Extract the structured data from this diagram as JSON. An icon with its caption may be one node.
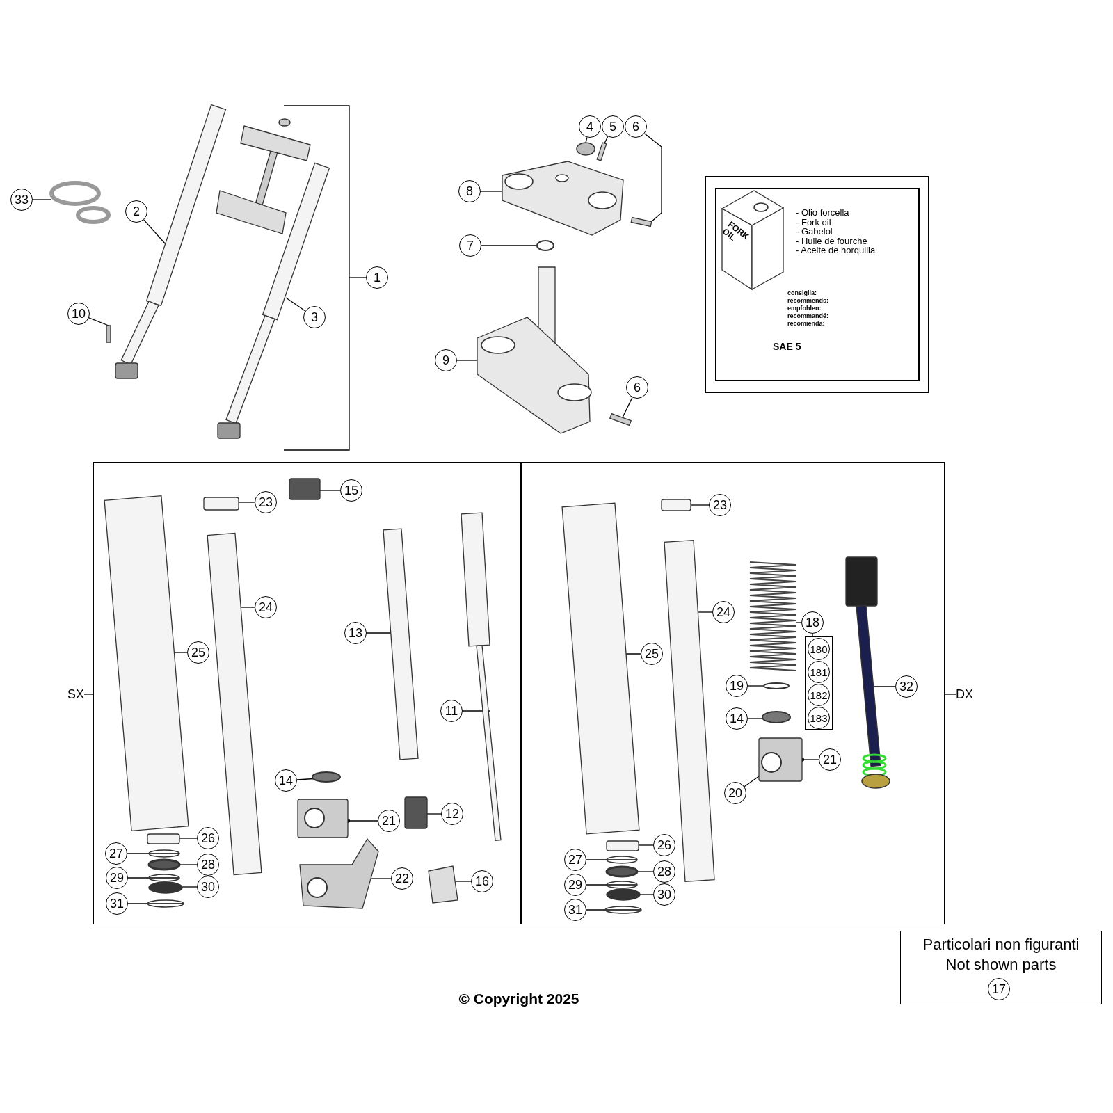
{
  "diagram": {
    "caption": "© Copyright 2025",
    "nodes": [
      {
        "text": [
          "33"
        ]
      },
      {
        "text": [
          "4"
        ]
      },
      {
        "text": [
          "5"
        ]
      },
      {
        "text": [
          "6"
        ]
      },
      {
        "text": [
          "8"
        ]
      },
      {
        "text": [
          "2"
        ]
      },
      {
        "text": [
          "7"
        ]
      },
      {
        "text": [
          "1"
        ]
      },
      {
        "text": [
          "10"
        ]
      },
      {
        "text": [
          "3"
        ]
      },
      {
        "text": [
          "9"
        ]
      },
      {
        "text": [
          "6"
        ]
      },
      {
        "text": [
          "FORK OIL",
          "- Olio forcella",
          "- Fork oil",
          "- Gabelol",
          "- Huile de fourche",
          "- Aceite de horquilla",
          "consiglia:",
          "recommends:",
          "empfohlen:",
          "recommandé:",
          "recomienda:",
          "SAE 5"
        ]
      },
      {
        "text": [],
        "shape": "box"
      },
      {
        "text": [],
        "shape": "box"
      },
      {
        "text": [
          "15"
        ],
        "in": 13
      },
      {
        "text": [
          "23"
        ],
        "in": 13
      },
      {
        "text": [
          "24"
        ],
        "in": 13
      },
      {
        "text": [
          "25"
        ],
        "in": 13
      },
      {
        "text": [
          "13"
        ],
        "in": 13
      },
      {
        "text": [
          "11"
        ],
        "in": 13
      },
      {
        "text": [
          "14"
        ],
        "in": 13
      },
      {
        "text": [
          "21"
        ],
        "in": 13
      },
      {
        "text": [
          "12"
        ],
        "in": 13
      },
      {
        "text": [
          "26"
        ],
        "in": 13
      },
      {
        "text": [
          "27"
        ],
        "in": 13
      },
      {
        "text": [
          "28"
        ],
        "in": 13
      },
      {
        "text": [
          "29"
        ],
        "in": 13
      },
      {
        "text": [
          "30"
        ],
        "in": 13
      },
      {
        "text": [
          "22"
        ],
        "in": 13
      },
      {
        "text": [
          "16"
        ],
        "in": 13
      },
      {
        "text": [
          "31"
        ],
        "in": 13
      },
      {
        "text": [
          "23"
        ],
        "in": 14
      },
      {
        "text": [
          "24"
        ],
        "in": 14
      },
      {
        "text": [
          "25"
        ],
        "in": 14
      },
      {
        "text": [
          "18"
        ],
        "in": 14
      },
      {
        "text": [],
        "shape": "box",
        "in": 14
      },
      {
        "text": [
          "180"
        ],
        "in": 36
      },
      {
        "text": [
          "181"
        ],
        "in": 36
      },
      {
        "text": [
          "182"
        ],
        "in": 36
      },
      {
        "text": [
          "183"
        ],
        "in": 36
      },
      {
        "text": [
          "19"
        ],
        "in": 14
      },
      {
        "text": [
          "32"
        ],
        "in": 14
      },
      {
        "text": [
          "14"
        ],
        "in": 14
      },
      {
        "text": [
          "21"
        ],
        "in": 14
      },
      {
        "text": [
          "20"
        ],
        "in": 14
      },
      {
        "text": [
          "26"
        ],
        "in": 14
      },
      {
        "text": [
          "27"
        ],
        "in": 14
      },
      {
        "text": [
          "28"
        ],
        "in": 14
      },
      {
        "text": [
          "29"
        ],
        "in": 14
      },
      {
        "text": [
          "30"
        ],
        "in": 14
      },
      {
        "text": [
          "31"
        ],
        "in": 14
      },
      {
        "text": [
          "SX"
        ]
      },
      {
        "text": [
          "DX"
        ]
      },
      {
        "text": [
          "Particolari non figuranti",
          "Not shown parts"
        ]
      },
      {
        "text": [
          "17"
        ],
        "in": 54
      },
      {
        "text": [],
        "shape": "picture"
      },
      {
        "text": [],
        "shape": "circle"
      },
      {
        "text": [],
        "shape": "bar"
      },
      {
        "text": [],
        "shape": "bar"
      },
      {
        "text": [],
        "shape": "picture"
      },
      {
        "text": [],
        "shape": "picture"
      },
      {
        "text": [],
        "shape": "circle"
      },
      {
        "text": [],
        "shape": "bracket"
      },
      {
        "text": [],
        "shape": "bar"
      },
      {
        "text": [],
        "shape": "picture"
      },
      {
        "text": [],
        "shape": "picture"
      },
      {
        "text": [],
        "shape": "bar"
      },
      {
        "text": [],
        "shape": "box",
        "in": 13
      },
      {
        "text": [],
        "shape": "box",
        "in": 13
      },
      {
        "text": [],
        "shape": "picture",
        "in": 13
      },
      {
        "text": [],
        "shape": "picture",
        "in": 13
      },
      {
        "text": [],
        "shape": "picture",
        "in": 13
      },
      {
        "text": [],
        "shape": "picture",
        "in": 13
      },
      {
        "text": [],
        "shape": "circle",
        "in": 13
      },
      {
        "text": [],
        "shape": "picture",
        "in": 13
      },
      {
        "text": [],
        "shape": "box",
        "in": 13
      },
      {
        "text": [],
        "shape": "box",
        "in": 13
      },
      {
        "text": [],
        "shape": "circle",
        "in": 13
      },
      {
        "text": [],
        "shape": "circle",
        "in": 13
      },
      {
        "text": [],
        "shape": "circle",
        "in": 13
      },
      {
        "text": [],
        "shape": "circle",
        "in": 13
      },
      {
        "text": [],
        "shape": "picture",
        "in": 13
      },
      {
        "text": [],
        "shape": "picture",
        "in": 13
      },
      {
        "text": [],
        "shape": "circle",
        "in": 13
      },
      {
        "text": [],
        "shape": "box",
        "in": 14
      },
      {
        "text": [],
        "shape": "picture",
        "in": 14
      },
      {
        "text": [],
        "shape": "picture",
        "in": 14
      },
      {
        "text": [],
        "shape": "picture",
        "in": 14
      },
      {
        "text": [],
        "shape": "circle",
        "in": 14
      },
      {
        "text": [],
        "shape": "picture",
        "in": 14
      },
      {
        "text": [],
        "shape": "circle",
        "in": 14
      },
      {
        "text": [],
        "shape": "picture",
        "in": 14
      },
      {
        "text": [],
        "shape": "box",
        "in": 14
      },
      {
        "text": [],
        "shape": "circle",
        "in": 14
      },
      {
        "text": [],
        "shape": "circle",
        "in": 14
      },
      {
        "text": [],
        "shape": "circle",
        "in": 14
      },
      {
        "text": [],
        "shape": "circle",
        "in": 14
      },
      {
        "text": [],
        "shape": "circle",
        "in": 14
      }
    ],
    "edges": [
      {
        "from": 0,
        "to": 56,
        "arrow": "none"
      },
      {
        "from": 1,
        "to": 57,
        "arrow": "none"
      },
      {
        "from": 2,
        "to": 58,
        "arrow": "none"
      },
      {
        "from": 3,
        "to": 59,
        "arrow": "none"
      },
      {
        "from": 4,
        "to": 60,
        "arrow": "none"
      },
      {
        "from": 5,
        "to": 61,
        "arrow": "none"
      },
      {
        "from": 6,
        "to": 62,
        "arrow": "none"
      },
      {
        "from": 7,
        "to": 63,
        "arrow": "none"
      },
      {
        "from": 8,
        "to": 64,
        "arrow": "none"
      },
      {
        "from": 9,
        "to": 65,
        "arrow": "none"
      },
      {
        "from": 10,
        "to": 66,
        "arrow": "none"
      },
      {
        "from": 11,
        "to": 67,
        "arrow": "none"
      },
      {
        "from": 15,
        "to": 68,
        "arrow": "none"
      },
      {
        "from": 16,
        "to": 69,
        "arrow": "none"
      },
      {
        "from": 17,
        "to": 70,
        "arrow": "none"
      },
      {
        "from": 18,
        "to": 71,
        "arrow": "none"
      },
      {
        "from": 19,
        "to": 72,
        "arrow": "none"
      },
      {
        "from": 20,
        "to": 73,
        "arrow": "none"
      },
      {
        "from": 21,
        "to": 74,
        "arrow": "none"
      },
      {
        "from": 22,
        "to": 75,
        "arrow": "other"
      },
      {
        "from": 23,
        "to": 76,
        "arrow": "none"
      },
      {
        "from": 24,
        "to": 77,
        "arrow": "none"
      },
      {
        "from": 25,
        "to": 78,
        "arrow": "none"
      },
      {
        "from": 26,
        "to": 79,
        "arrow": "none"
      },
      {
        "from": 27,
        "to": 80,
        "arrow": "none"
      },
      {
        "from": 28,
        "to": 81,
        "arrow": "none"
      },
      {
        "from": 29,
        "to": 82,
        "arrow": "none"
      },
      {
        "from": 30,
        "to": 83,
        "arrow": "none"
      },
      {
        "from": 31,
        "to": 84,
        "arrow": "none"
      },
      {
        "from": 32,
        "to": 85,
        "arrow": "none"
      },
      {
        "from": 33,
        "to": 86,
        "arrow": "none"
      },
      {
        "from": 34,
        "to": 87,
        "arrow": "none"
      },
      {
        "from": 35,
        "to": 88,
        "arrow": "none"
      },
      {
        "from": 35,
        "to": 36,
        "arrow": "none"
      },
      {
        "from": 41,
        "to": 89,
        "arrow": "none"
      },
      {
        "from": 42,
        "to": 90,
        "arrow": "none"
      },
      {
        "from": 43,
        "to": 91,
        "arrow": "none"
      },
      {
        "from": 44,
        "to": 92,
        "arrow": "other"
      },
      {
        "from": 45,
        "to": 92,
        "arrow": "none"
      },
      {
        "from": 46,
        "to": 93,
        "arrow": "none"
      },
      {
        "from": 47,
        "to": 94,
        "arrow": "none"
      },
      {
        "from": 48,
        "to": 95,
        "arrow": "none"
      },
      {
        "from": 49,
        "to": 96,
        "arrow": "none"
      },
      {
        "from": 50,
        "to": 97,
        "arrow": "none"
      },
      {
        "from": 51,
        "to": 98,
        "arrow": "none"
      },
      {
        "from": 52,
        "to": 13,
        "arrow": "none"
      },
      {
        "from": 53,
        "to": 14,
        "arrow": "none"
      }
    ]
  }
}
